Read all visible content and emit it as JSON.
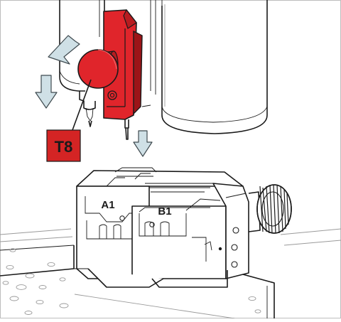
{
  "callout": {
    "label": "T8",
    "color": "#d42424"
  },
  "jaw_labels": {
    "left": "A1",
    "right": "B1"
  },
  "colors": {
    "accent_red": "#e0252b",
    "dark_red": "#9c1418",
    "arrow_fill": "#cfe0e6",
    "line": "#1a1a1a"
  }
}
